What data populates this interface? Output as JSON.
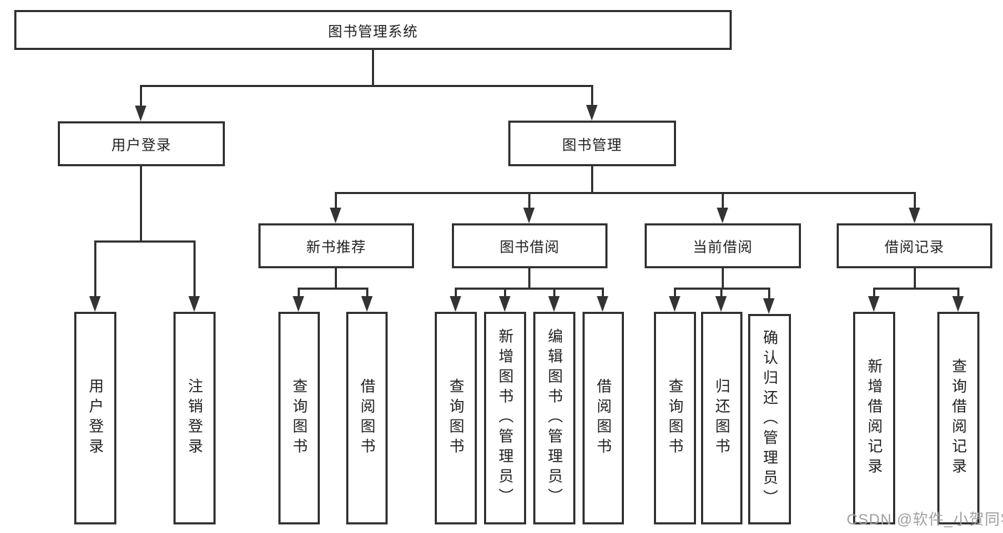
{
  "diagram_title": "图书管理系统",
  "nodes": {
    "root": "图书管理系统",
    "user_login": "用户登录",
    "book_mgmt": "图书管理",
    "new_book_rec": "新书推荐",
    "book_borrow": "图书借阅",
    "current_borrow": "当前借阅",
    "borrow_records": "借阅记录",
    "leaf_user_login": "用户登录",
    "leaf_logout": "注销登录",
    "leaf_rec_query_book": "查询图书",
    "leaf_rec_borrow_book": "借阅图书",
    "leaf_bor_query_book": "查询图书",
    "leaf_bor_add_book": "新增图书（管理员）",
    "leaf_bor_edit_book": "编辑图书（管理员）",
    "leaf_bor_borrow_book": "借阅图书",
    "leaf_cur_query_book": "查询图书",
    "leaf_cur_return_book": "归还图书",
    "leaf_cur_confirm_return": "确认归还（管理员）",
    "leaf_rcd_add_record": "新增借阅记录",
    "leaf_rcd_query_record": "查询借阅记录"
  },
  "watermark": "CSDN @软件_小贺同学",
  "colors": {
    "line": "#333333",
    "box_border": "#333333",
    "text": "#1f1f1f",
    "watermark": "#9f9f9f",
    "background": "#ffffff"
  }
}
